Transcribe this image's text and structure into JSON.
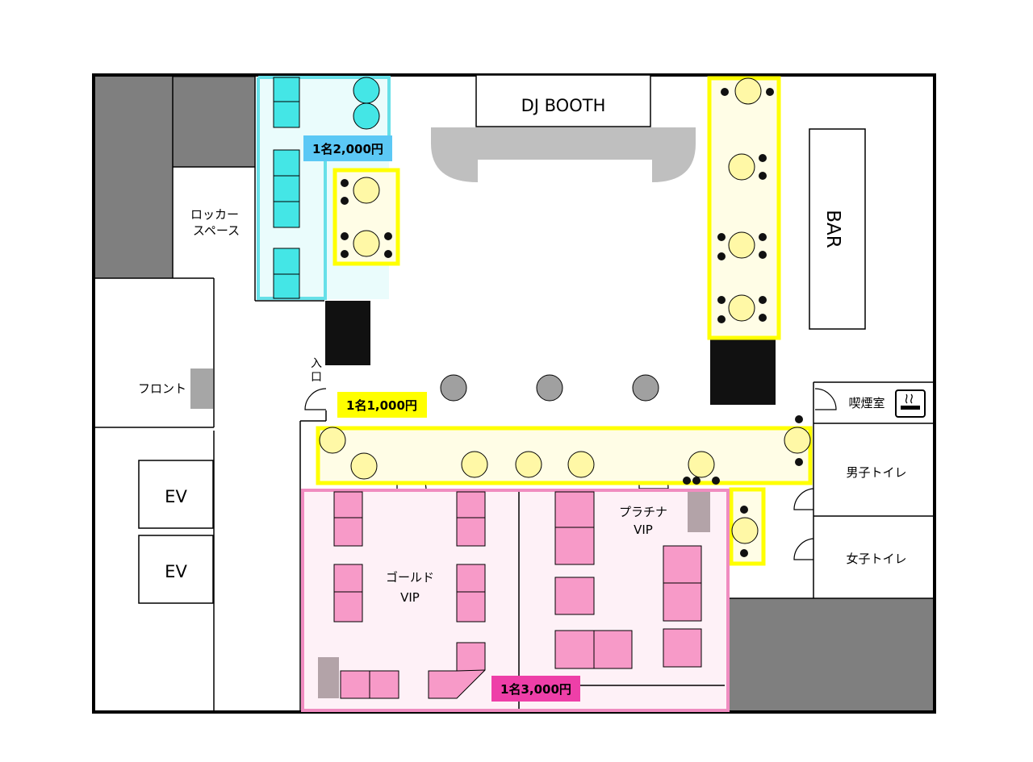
{
  "labels": {
    "dj_booth": "DJ BOOTH",
    "bar": "BAR",
    "locker_line1": "ロッカー",
    "locker_line2": "スペース",
    "front": "フロント",
    "entrance_char1": "入",
    "entrance_char2": "口",
    "ev1": "EV",
    "ev2": "EV",
    "smoking_room": "喫煙室",
    "mens_toilet": "男子トイレ",
    "womens_toilet": "女子トイレ",
    "gold_vip_line1": "ゴールド",
    "gold_vip_line2": "VIP",
    "platinum_vip_line1": "プラチナ",
    "platinum_vip_line2": "VIP"
  },
  "prices": {
    "cyan": "1名2,000円",
    "yellow": "1名1,000円",
    "pink": "1名3,000円"
  },
  "colors": {
    "cyan_zone": "#66e0e8",
    "cyan_seat": "#44e6e6",
    "cyan_tag": "#5bc8f5",
    "yellow_zone": "#ffff00",
    "yellow_table": "#fff8a6",
    "pink_zone": "#f08cc0",
    "pink_seat": "#f79ac8",
    "pink_tag": "#ee3fa8",
    "wall_gray": "#7f7f7f",
    "light_gray": "#bfbfbf",
    "black_block": "#111111"
  },
  "icons": {
    "smoking": "smoking-icon"
  }
}
